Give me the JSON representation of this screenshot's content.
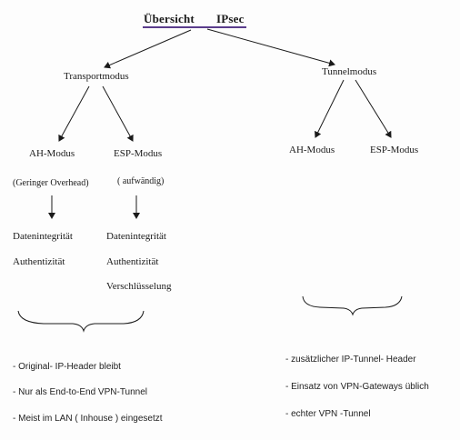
{
  "title": {
    "part1": "Übersicht",
    "part2": "IPsec"
  },
  "transport": {
    "label": "Transportmodus",
    "ah": {
      "label": "AH-Modus",
      "note": "(Geringer Overhead)",
      "features": [
        "Datenintegrität",
        "Authentizität"
      ]
    },
    "esp": {
      "label": "ESP-Modus",
      "note": "( aufwändig)",
      "features": [
        "Datenintegrität",
        "Authentizität",
        "Verschlüsselung"
      ]
    },
    "summary": [
      "- Original- IP-Header   bleibt",
      "- Nur als End-to-End VPN-Tunnel",
      "- Meist im LAN ( Inhouse ) eingesetzt"
    ]
  },
  "tunnel": {
    "label": "Tunnelmodus",
    "ah": {
      "label": "AH-Modus"
    },
    "esp": {
      "label": "ESP-Modus"
    },
    "summary": [
      "-    zusätzlicher IP-Tunnel- Header",
      "-    Einsatz von VPN-Gateways üblich",
      "-    echter VPN -Tunnel"
    ]
  },
  "colors": {
    "underline": "#5a3c8c",
    "ink": "#1a1a1a"
  }
}
